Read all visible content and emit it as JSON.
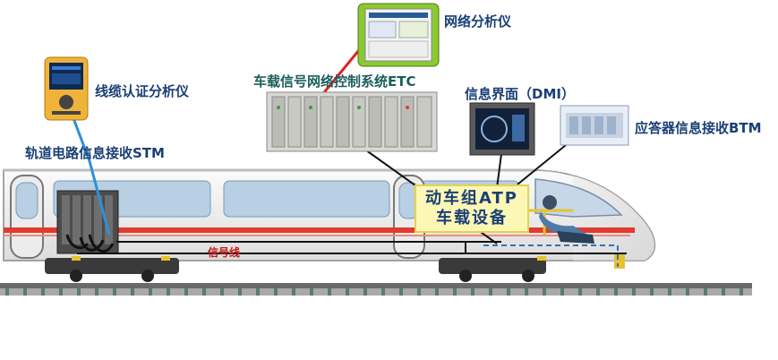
{
  "labels": {
    "network_analyzer": "网络分析仪",
    "cable_analyzer": "线缆认证分析仪",
    "etc": "车载信号网络控制系统ETC",
    "dmi": "信息界面（DMI）",
    "btm": "应答器信息接收BTM",
    "stm": "轨道电路信息接收STM",
    "atp": "动车组ATP车载设备",
    "signal_line": "信号线"
  },
  "colors": {
    "label_blue": "#1a3f75",
    "label_green": "#1c5e5b",
    "signal_red": "#c01818",
    "train_body": "#f2f2f2",
    "window_blue": "#b9cfe4",
    "stripe_red": "#e23b2e",
    "atp_box_fill": "#fdf7b6",
    "tester_orange": "#f0b33a",
    "tester_green": "#8bc832"
  },
  "icons": {
    "cable_tester": "handheld-tester-icon",
    "network_tester": "tablet-tester-icon",
    "driver": "driver-figure-icon"
  }
}
